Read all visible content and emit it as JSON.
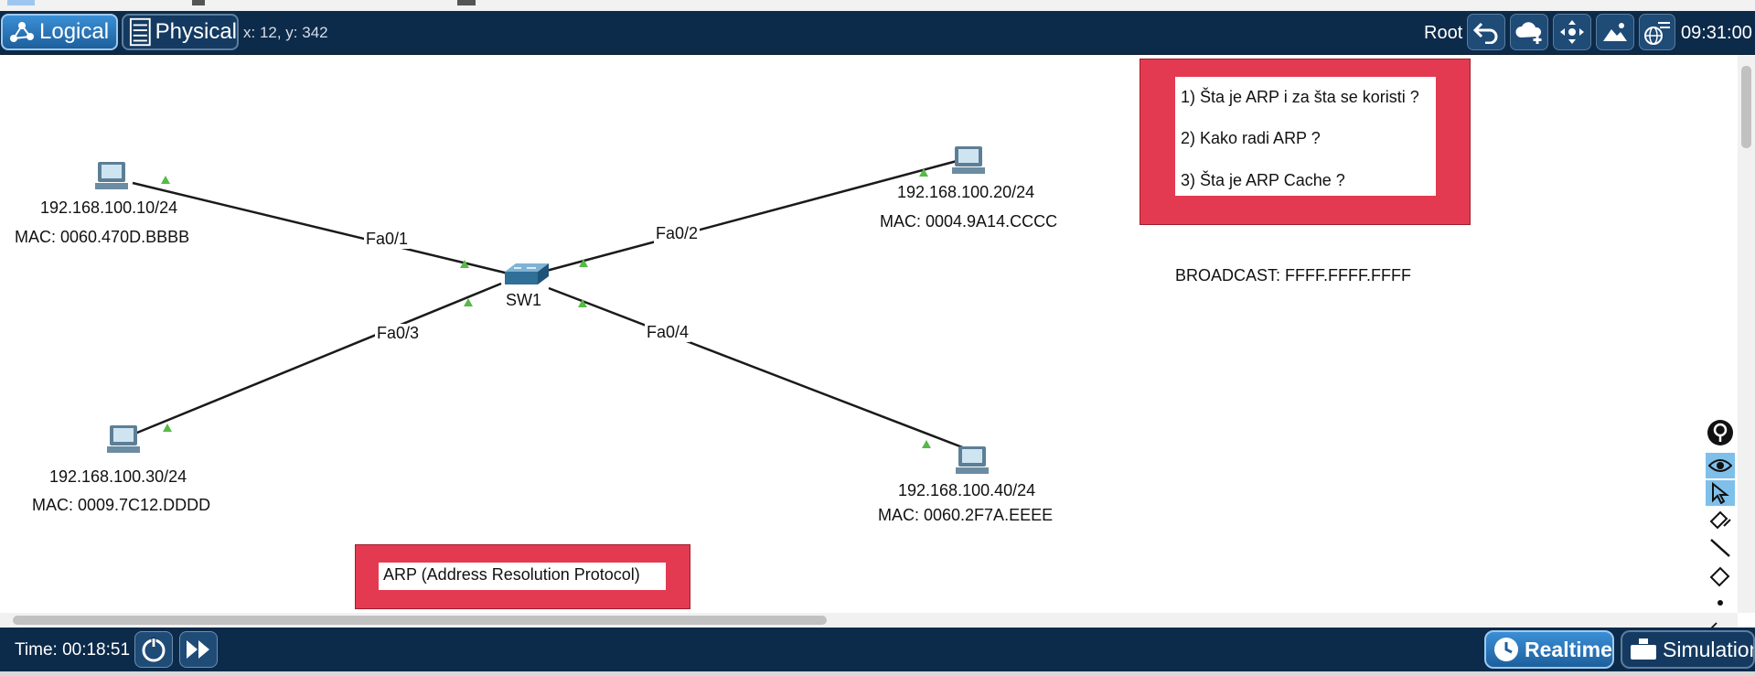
{
  "topbar": {
    "logical_label": "Logical",
    "physical_label": "Physical",
    "coords": "x: 12, y: 342",
    "root_label": "Root",
    "clock": "09:31:00"
  },
  "devices": [
    {
      "ip": "192.168.100.10/24",
      "mac": "MAC: 0060.470D.BBBB"
    },
    {
      "ip": "192.168.100.20/24",
      "mac": "MAC: 0004.9A14.CCCC"
    },
    {
      "ip": "192.168.100.30/24",
      "mac": "MAC: 0009.7C12.DDDD"
    },
    {
      "ip": "192.168.100.40/24",
      "mac": "MAC: 0060.2F7A.EEEE"
    }
  ],
  "switch": {
    "name": "SW1"
  },
  "ports": [
    "Fa0/1",
    "Fa0/2",
    "Fa0/3",
    "Fa0/4"
  ],
  "questions": [
    "1) Šta je ARP i za šta se koristi ?",
    "2) Kako radi ARP ?",
    "3) Šta je ARP Cache ?"
  ],
  "broadcast": "BROADCAST: FFFF.FFFF.FFFF",
  "arp_title": "ARP (Address Resolution Protocol)",
  "bottombar": {
    "time": "Time: 00:18:51",
    "realtime_label": "Realtime",
    "simulation_label": "Simulation"
  },
  "colors": {
    "bar": "#0c2a4a",
    "accent": "#2f7fc4",
    "note_red": "#e43a51",
    "link_up": "#57b947"
  }
}
